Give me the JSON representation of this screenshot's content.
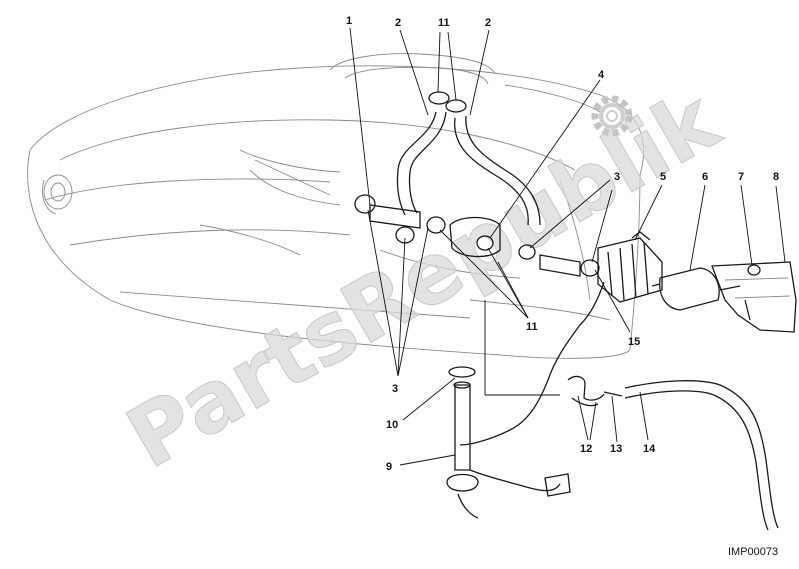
{
  "diagram": {
    "watermark": "PartsRepublik",
    "code": "IMP00073",
    "callouts": [
      {
        "id": "c1",
        "text": "1"
      },
      {
        "id": "c2a",
        "text": "2"
      },
      {
        "id": "c11a",
        "text": "11"
      },
      {
        "id": "c2b",
        "text": "2"
      },
      {
        "id": "c4",
        "text": "4"
      },
      {
        "id": "c3a",
        "text": "3"
      },
      {
        "id": "c5",
        "text": "5"
      },
      {
        "id": "c6",
        "text": "6"
      },
      {
        "id": "c7",
        "text": "7"
      },
      {
        "id": "c8",
        "text": "8"
      },
      {
        "id": "c11b",
        "text": "11"
      },
      {
        "id": "c15",
        "text": "15"
      },
      {
        "id": "c3b",
        "text": "3"
      },
      {
        "id": "c10",
        "text": "10"
      },
      {
        "id": "c12",
        "text": "12"
      },
      {
        "id": "c13",
        "text": "13"
      },
      {
        "id": "c14",
        "text": "14"
      },
      {
        "id": "c9",
        "text": "9"
      }
    ]
  }
}
